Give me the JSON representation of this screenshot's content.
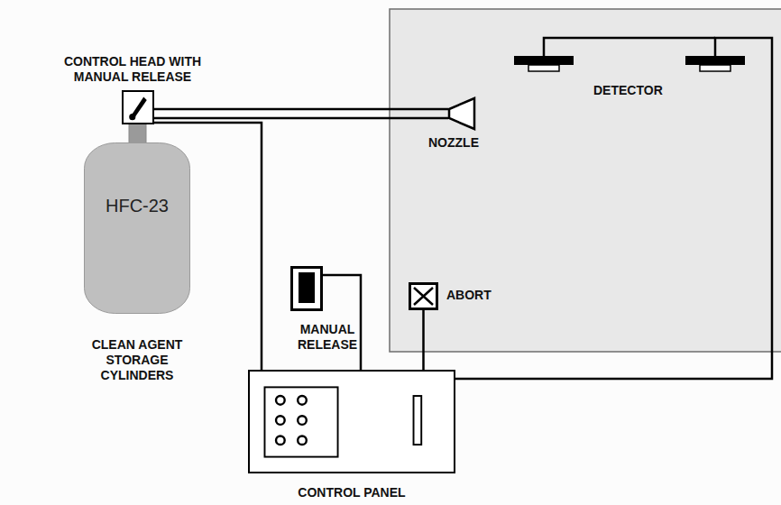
{
  "diagram": {
    "nodes": [
      {
        "text": [
          "CONTROL HEAD WITH MANUAL RELEASE"
        ]
      },
      {
        "text": [
          "NOZZLE"
        ]
      },
      {
        "text": [
          "DETECTOR"
        ]
      },
      {
        "text": [
          "HFC-23",
          "CLEAN AGENT STORAGE CYLINDERS"
        ]
      },
      {
        "text": [
          "MANUAL RELEASE"
        ]
      },
      {
        "text": [
          "ABORT"
        ]
      },
      {
        "text": [
          "CONTROL PANEL"
        ]
      }
    ],
    "edges": [
      {
        "from": 0,
        "to": 1,
        "arrow": "none"
      },
      {
        "from": 0,
        "to": 6,
        "arrow": "none"
      },
      {
        "from": 4,
        "to": 6,
        "arrow": "none"
      },
      {
        "from": 5,
        "to": 6,
        "arrow": "none"
      },
      {
        "from": 6,
        "to": 2,
        "arrow": "none"
      }
    ]
  }
}
